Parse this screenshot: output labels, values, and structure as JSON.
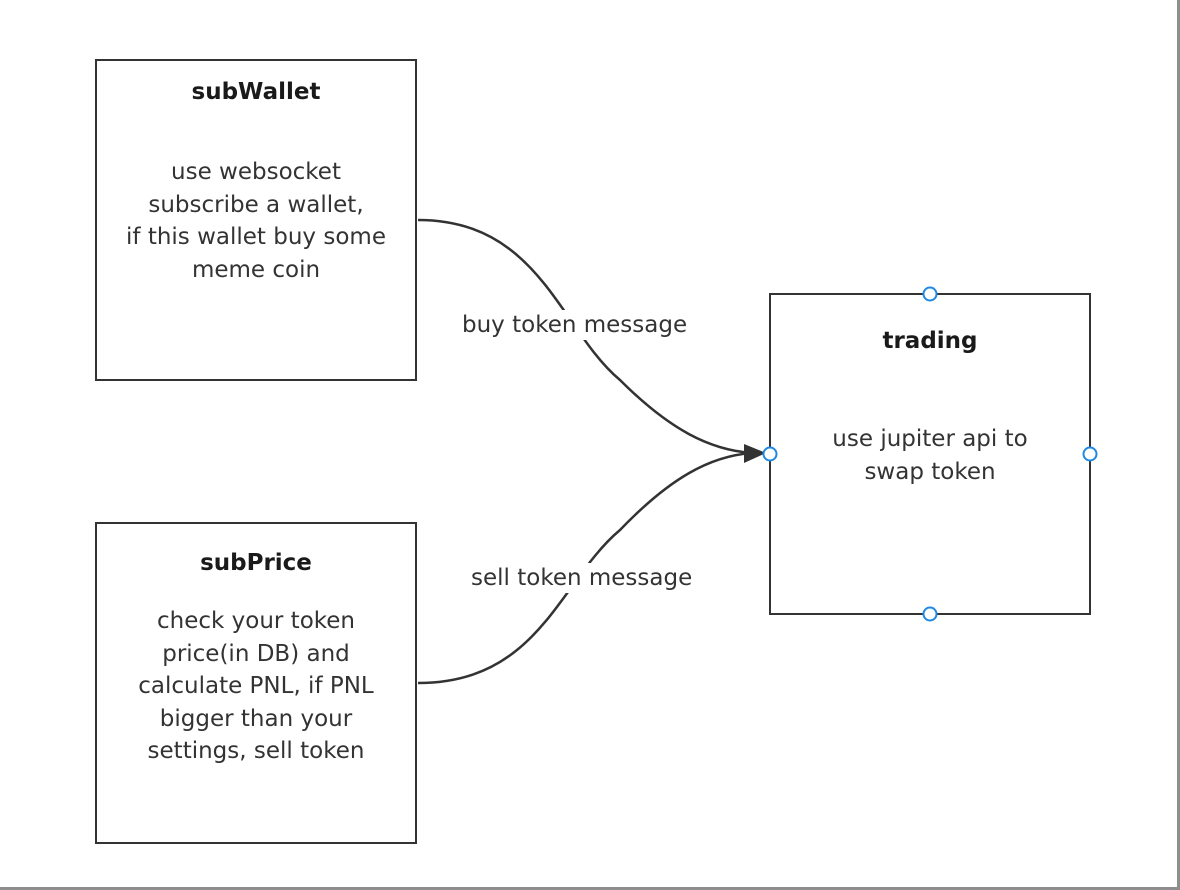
{
  "diagram": {
    "nodes": {
      "subwallet": {
        "title": "subWallet",
        "lines": [
          "use websocket",
          "subscribe a wallet,",
          "if this wallet buy some",
          "meme coin"
        ]
      },
      "subprice": {
        "title": "subPrice",
        "lines": [
          "check your token",
          "price(in DB) and",
          "calculate PNL, if PNL",
          "bigger than your",
          "settings, sell token"
        ]
      },
      "trading": {
        "title": "trading",
        "lines": [
          "use jupiter api to",
          "swap token"
        ]
      }
    },
    "edges": {
      "buy": {
        "label": "buy token message",
        "from": "subWallet",
        "to": "trading"
      },
      "sell": {
        "label": "sell token message",
        "from": "subPrice",
        "to": "trading"
      }
    },
    "colors": {
      "stroke": "#333333",
      "connector": "#1e88e5",
      "frame": "#8e8e8e"
    }
  }
}
